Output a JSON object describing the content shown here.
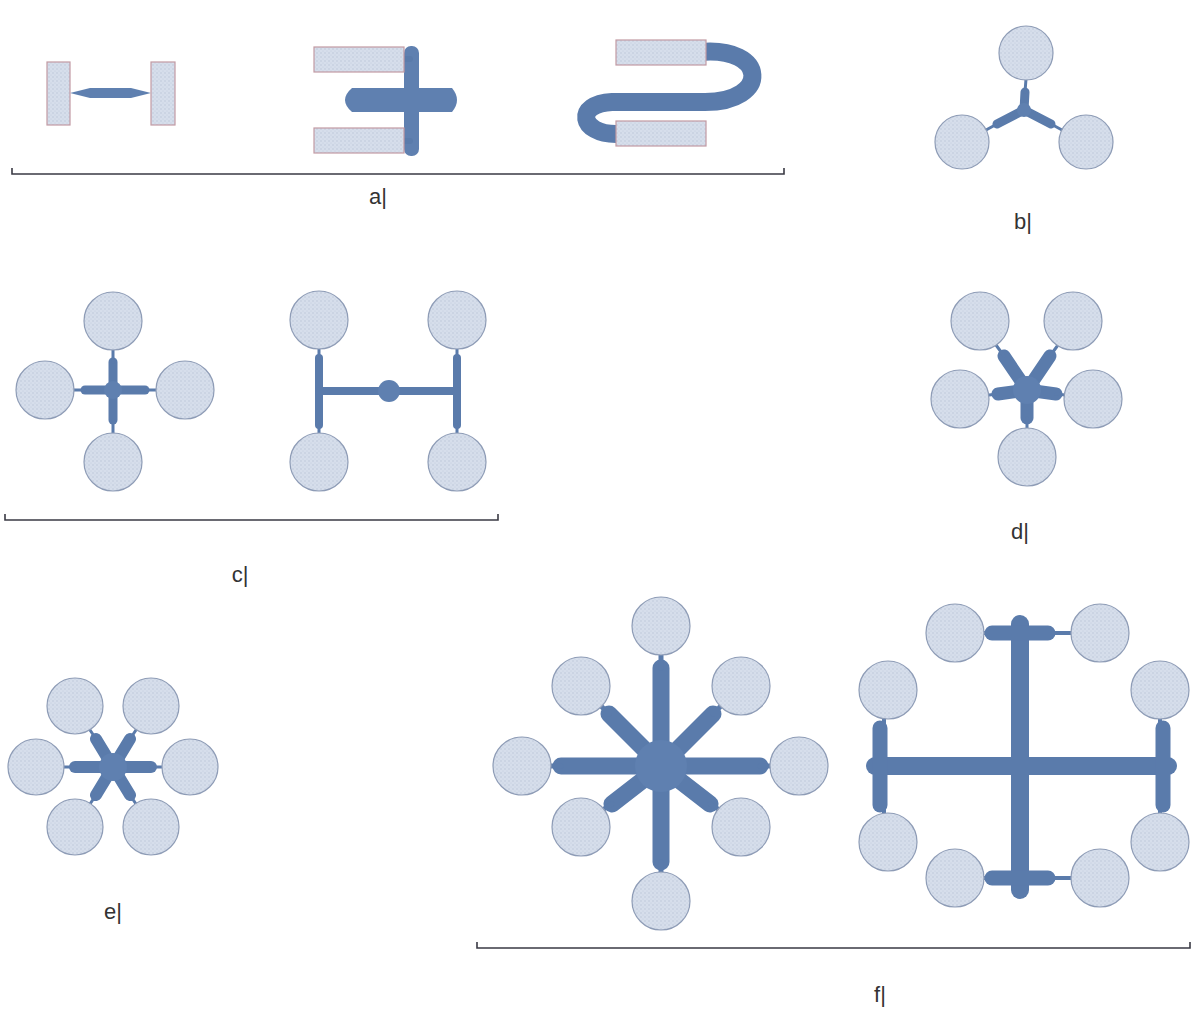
{
  "diagram": {
    "labels": [
      "a|",
      "b|",
      "c|",
      "d|",
      "e|",
      "f|"
    ]
  }
}
